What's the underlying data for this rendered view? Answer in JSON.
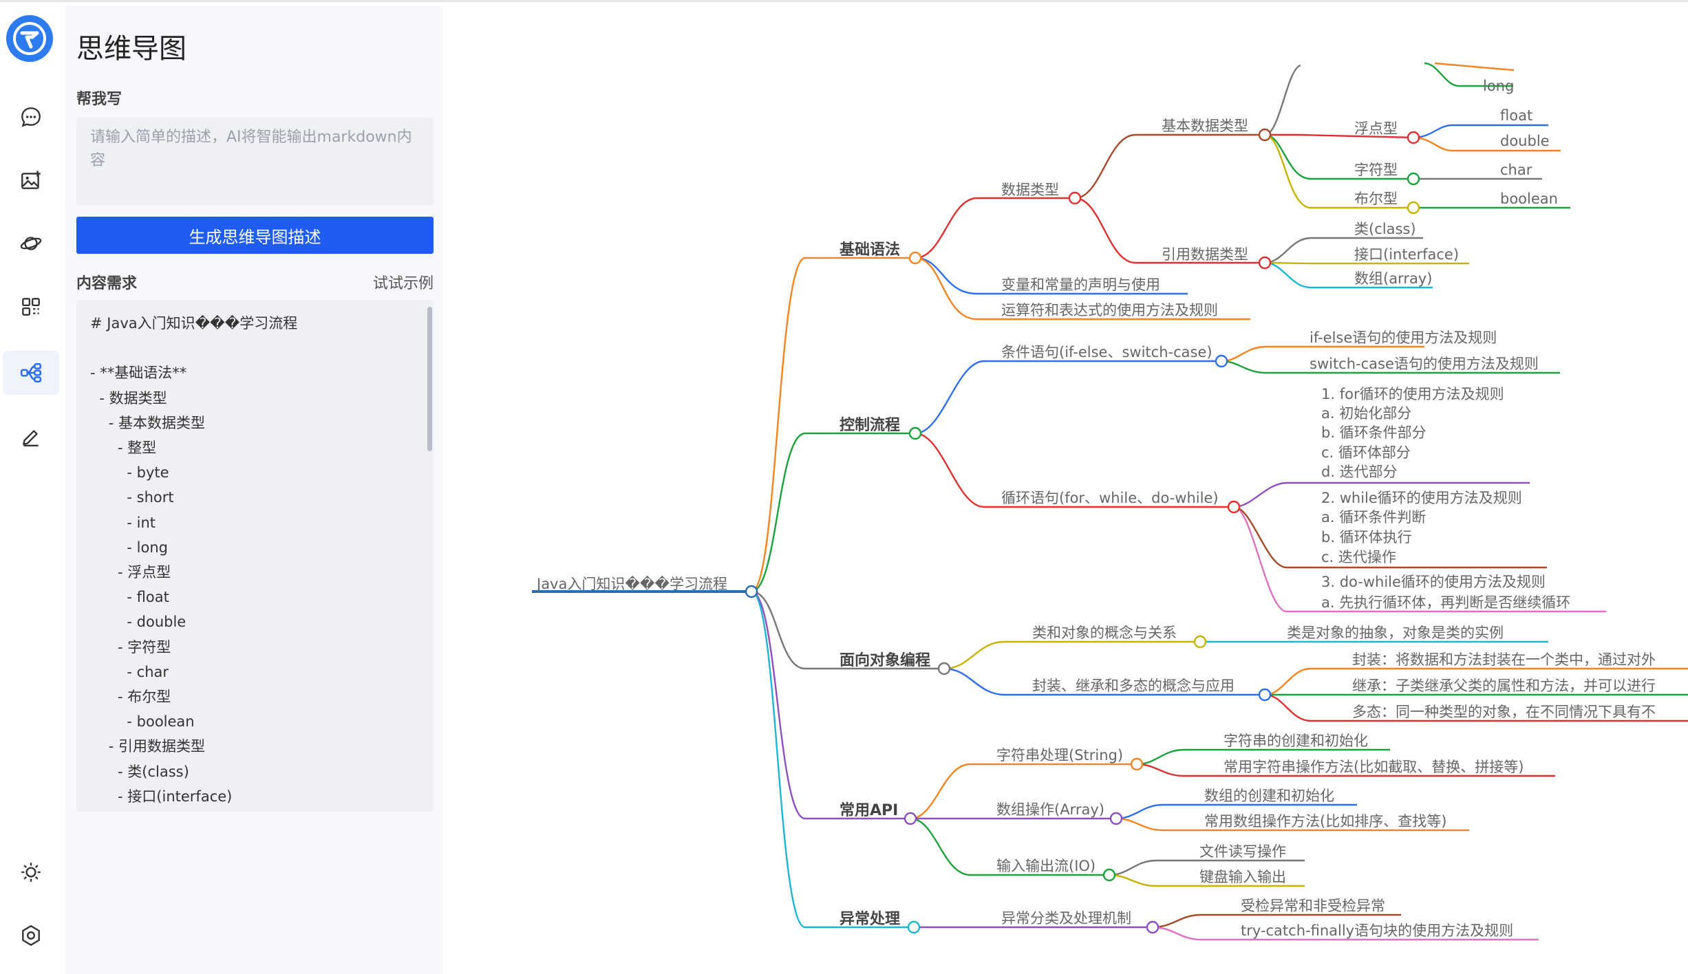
{
  "app": {
    "title": "思维导图"
  },
  "rail": {
    "logo": "logo-icon",
    "items": [
      {
        "name": "chat-icon"
      },
      {
        "name": "image-add-icon"
      },
      {
        "name": "planet-icon"
      },
      {
        "name": "apps-icon"
      },
      {
        "name": "mindmap-icon",
        "active": true
      },
      {
        "name": "edit-icon"
      }
    ],
    "bottom": [
      {
        "name": "sun-icon"
      },
      {
        "name": "settings-icon"
      }
    ]
  },
  "panel": {
    "title": "思维导图",
    "help_label": "帮我写",
    "prompt_placeholder": "请输入简单的描述，AI将智能输出markdown内容",
    "generate_button": "生成思维导图描述",
    "requirement_label": "内容需求",
    "try_example": "试试示例",
    "content_lines": [
      "# Java入门知识���学习流程",
      "",
      "- **基础语法**",
      "  - 数据类型",
      "    - 基本数据类型",
      "      - 整型",
      "        - byte",
      "        - short",
      "        - int",
      "        - long",
      "      - 浮点型",
      "        - float",
      "        - double",
      "      - 字符型",
      "        - char",
      "      - 布尔型",
      "        - boolean",
      "    - 引用数据类型",
      "      - 类(class)",
      "      - 接口(interface)"
    ]
  },
  "mindmap": {
    "root": "Java入门知识���学习流程",
    "branches": [
      {
        "label": "基础语法",
        "color": "#f5841f"
      },
      {
        "label": "控制流程",
        "color": "#1aa33a"
      },
      {
        "label": "面向对象编程",
        "color": "#777777"
      },
      {
        "label": "常用API",
        "color": "#8e4fc3"
      },
      {
        "label": "异常处理",
        "color": "#1ab6d4"
      }
    ],
    "nodes": {
      "data_types": "数据类型",
      "primitive": "基本数据类型",
      "long": "long",
      "float_type": "浮点型",
      "float": "float",
      "double": "double",
      "char_type": "字符型",
      "char": "char",
      "bool_type": "布尔型",
      "boolean": "boolean",
      "reference": "引用数据类型",
      "class": "类(class)",
      "interface": "接口(interface)",
      "array": "数组(array)",
      "variables": "变量和常量的声明与使用",
      "operators": "运算符和表达式的使用方法及规则",
      "conditions": "条件语句(if-else、switch-case)",
      "ifelse": "if-else语句的使用方法及规则",
      "switch": "switch-case语句的使用方法及规则",
      "loops": "循环语句(for、while、do-while)",
      "loop_for": [
        "1. for循环的使用方法及规则",
        "a. 初始化部分",
        "b. 循环条件部分",
        "c. 循环体部分",
        "d. 迭代部分"
      ],
      "loop_while": [
        "2. while循环的使用方法及规则",
        "a. 循环条件判断",
        "b. 循环体执行",
        "c. 迭代操作"
      ],
      "loop_dowhile": [
        "3. do-while循环的使用方法及规则",
        "a. 先执行循环体，再判断是否继续循环"
      ],
      "class_object": "类和对象的概念与关系",
      "class_object_desc": "类是对象的抽象，对象是类的实例",
      "oop_concepts": "封装、继承和多态的概念与应用",
      "encapsulation": "封装：将数据和方法封装在一个类中，通过对外",
      "inheritance": "继承：子类继承父类的属性和方法，并可以进行",
      "polymorphism": "多态：同一种类型的对象，在不同情况下具有不",
      "string": "字符串处理(String)",
      "string_create": "字符串的创建和初始化",
      "string_ops": "常用字符串操作方法(比如截取、替换、拼接等)",
      "array_ops": "数组操作(Array)",
      "array_create": "数组的创建和初始化",
      "array_methods": "常用数组操作方法(比如排序、查找等)",
      "io": "输入输出流(IO)",
      "file_io": "文件读写操作",
      "keyboard_io": "键盘输入输出",
      "exception_types": "异常分类及处理机制",
      "checked": "受检异常和非受检异常",
      "trycatch": "try-catch-finally语句块的使用方法及规则"
    }
  }
}
